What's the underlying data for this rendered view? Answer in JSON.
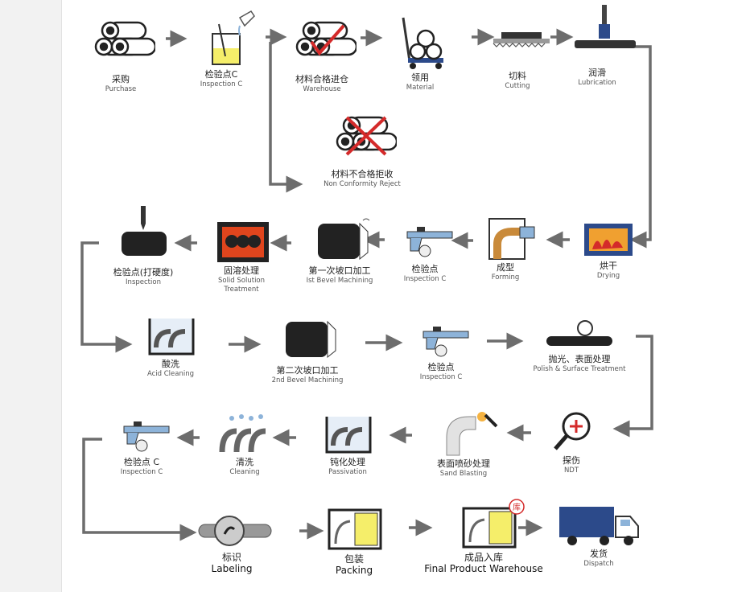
{
  "steps": [
    {
      "id": "purchase",
      "cn": "采购",
      "en": "Purchase"
    },
    {
      "id": "inspection-c-1",
      "cn": "检验点C",
      "en": "Inspection C"
    },
    {
      "id": "warehouse",
      "cn": "材料合格进仓",
      "en": "Warehouse"
    },
    {
      "id": "material",
      "cn": "领用",
      "en": "Material"
    },
    {
      "id": "cutting",
      "cn": "切料",
      "en": "Cutting"
    },
    {
      "id": "lubrication",
      "cn": "润滑",
      "en": "Lubrication"
    },
    {
      "id": "nonconformity",
      "cn": "材料不合格拒收",
      "en": "Non Conformity Reject"
    },
    {
      "id": "drying",
      "cn": "烘干",
      "en": "Drying"
    },
    {
      "id": "forming",
      "cn": "成型",
      "en": "Forming"
    },
    {
      "id": "inspection-c-2",
      "cn": "检验点",
      "en": "Inspection C"
    },
    {
      "id": "bevel-1",
      "cn": "第一次坡口加工",
      "en": "Ist Bevel Machining"
    },
    {
      "id": "solid-solution",
      "cn": "固溶处理",
      "en": "Solid Solution",
      "en2": "Treatment"
    },
    {
      "id": "inspection-hardness",
      "cn": "检验点(打硬度)",
      "en": "Inspection"
    },
    {
      "id": "acid-cleaning",
      "cn": "酸洗",
      "en": "Acid Cleaning"
    },
    {
      "id": "bevel-2",
      "cn": "第二次坡口加工",
      "en": "2nd Bevel Machining"
    },
    {
      "id": "inspection-c-3",
      "cn": "检验点",
      "en": "Inspection C"
    },
    {
      "id": "polish",
      "cn": "抛光、表面处理",
      "en": "Polish & Surface Treatment"
    },
    {
      "id": "ndt",
      "cn": "探伤",
      "en": "NDT"
    },
    {
      "id": "sand-blasting",
      "cn": "表面喷砂处理",
      "en": "Sand Blasting"
    },
    {
      "id": "passivation",
      "cn": "钝化处理",
      "en": "Passivation"
    },
    {
      "id": "cleaning",
      "cn": "清洗",
      "en": "Cleaning"
    },
    {
      "id": "inspection-c-4",
      "cn": "检验点 C",
      "en": "Inspection C"
    },
    {
      "id": "labeling",
      "cn": "标识",
      "en": "Labeling"
    },
    {
      "id": "packing",
      "cn": "包装",
      "en": "Packing"
    },
    {
      "id": "final-warehouse",
      "cn": "成品入库",
      "en": "Final Product Warehouse"
    },
    {
      "id": "dispatch",
      "cn": "发货",
      "en": "Dispatch"
    }
  ],
  "stamp_text": "库",
  "colors": {
    "arrow": "#6d6d6d",
    "accent_blue": "#8db3d9",
    "red": "#d42a2a",
    "yellow": "#f5ee6a",
    "dark": "#222222"
  }
}
